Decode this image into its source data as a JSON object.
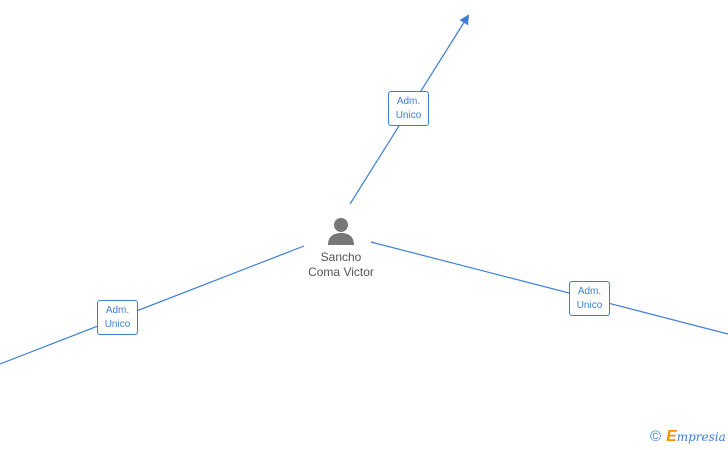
{
  "node": {
    "name_line1": "Sancho",
    "name_line2": "Coma Victor",
    "icon": "person-icon"
  },
  "edges": [
    {
      "role_line1": "Adm.",
      "role_line2": "Unico"
    },
    {
      "role_line1": "Adm.",
      "role_line2": "Unico"
    },
    {
      "role_line1": "Adm.",
      "role_line2": "Unico"
    }
  ],
  "footer": {
    "copyright_symbol": "©",
    "brand_initial": "E",
    "brand_rest": "mpresia"
  },
  "colors": {
    "edge": "#3d7fd6",
    "node_icon": "#777777",
    "brand_accent": "#f29400"
  }
}
